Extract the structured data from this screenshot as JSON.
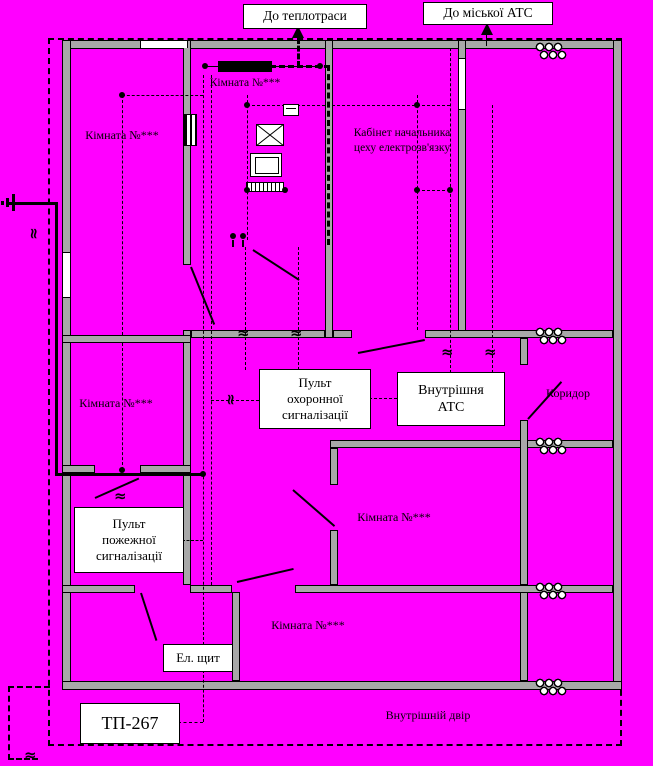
{
  "colors": {
    "background": "#FF00FF",
    "wall": "#A8A8A8",
    "ink": "#000000",
    "box_bg": "#FFFFFF"
  },
  "icons": {
    "wave": "≈"
  },
  "external": {
    "heating": "До теплотраси",
    "city_ats": "До міської АТС"
  },
  "rooms": {
    "top_left": "Кімната №***",
    "equipment": "Кімната №***",
    "office": "Кабінет начальника\nцеху електрозв'язку",
    "mid_left": "Кімната №***",
    "corridor": "Коридор",
    "mid_right": "Кімната №***",
    "bottom": "Кімната №***",
    "courtyard": "Внутрішній двір"
  },
  "panels": {
    "security": "Пульт\nохоронної\nсигналізації",
    "internal_ats": "Внутрішня\nАТС",
    "fire": "Пульт\nпожежної\nсигналізації",
    "electric": "Ел. щит",
    "substation": "ТП-267"
  }
}
